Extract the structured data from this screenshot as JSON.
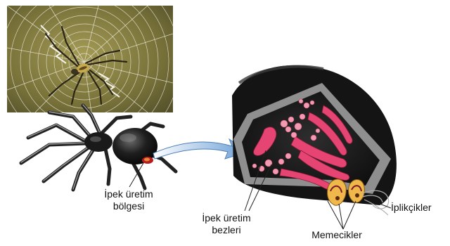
{
  "labels": {
    "silk_region_line1": "İpek üretim",
    "silk_region_line2": "bölgesi",
    "silk_glands_line1": "İpek üretim",
    "silk_glands_line2": "bezleri",
    "spinnerets": "Memecikler",
    "threads": "İplikçikler"
  },
  "colors": {
    "gland_pink": "#e64573",
    "gland_light": "#f39ab3",
    "cavity_dark": "#1c1c1c",
    "arrow_blue": "#7aa8d8"
  }
}
